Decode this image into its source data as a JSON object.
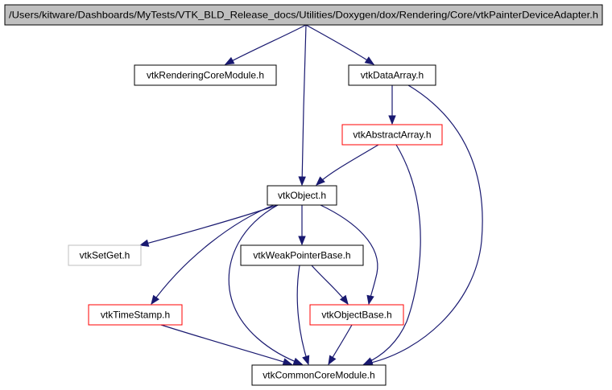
{
  "colors": {
    "edge": "#191970",
    "border_normal": "#000000",
    "border_truncated": "#ff0000",
    "border_undocumented": "#bfbfbf",
    "root_fill": "#bfbfbf",
    "node_fill": "#ffffff"
  },
  "nodes": [
    {
      "id": "root",
      "label": "/Users/kitware/Dashboards/MyTests/VTK_BLD_Release_docs/Utilities/Doxygen/dox/Rendering/Core/vtkPainterDeviceAdapter.h",
      "style": "root"
    },
    {
      "id": "rcm",
      "label": "vtkRenderingCoreModule.h",
      "style": "normal"
    },
    {
      "id": "da",
      "label": "vtkDataArray.h",
      "style": "normal"
    },
    {
      "id": "aa",
      "label": "vtkAbstractArray.h",
      "style": "truncated"
    },
    {
      "id": "obj",
      "label": "vtkObject.h",
      "style": "normal"
    },
    {
      "id": "sg",
      "label": "vtkSetGet.h",
      "style": "undocumented"
    },
    {
      "id": "wpb",
      "label": "vtkWeakPointerBase.h",
      "style": "normal"
    },
    {
      "id": "ts",
      "label": "vtkTimeStamp.h",
      "style": "truncated"
    },
    {
      "id": "ob",
      "label": "vtkObjectBase.h",
      "style": "truncated"
    },
    {
      "id": "ccm",
      "label": "vtkCommonCoreModule.h",
      "style": "normal"
    }
  ],
  "edges": [
    [
      "root",
      "rcm"
    ],
    [
      "root",
      "obj"
    ],
    [
      "root",
      "da"
    ],
    [
      "da",
      "aa"
    ],
    [
      "da",
      "ccm"
    ],
    [
      "aa",
      "obj"
    ],
    [
      "aa",
      "ccm"
    ],
    [
      "obj",
      "sg"
    ],
    [
      "obj",
      "wpb"
    ],
    [
      "obj",
      "ts"
    ],
    [
      "obj",
      "ccm"
    ],
    [
      "obj",
      "ob"
    ],
    [
      "wpb",
      "ob"
    ],
    [
      "wpb",
      "ccm"
    ],
    [
      "ts",
      "ccm"
    ],
    [
      "ob",
      "ccm"
    ]
  ]
}
